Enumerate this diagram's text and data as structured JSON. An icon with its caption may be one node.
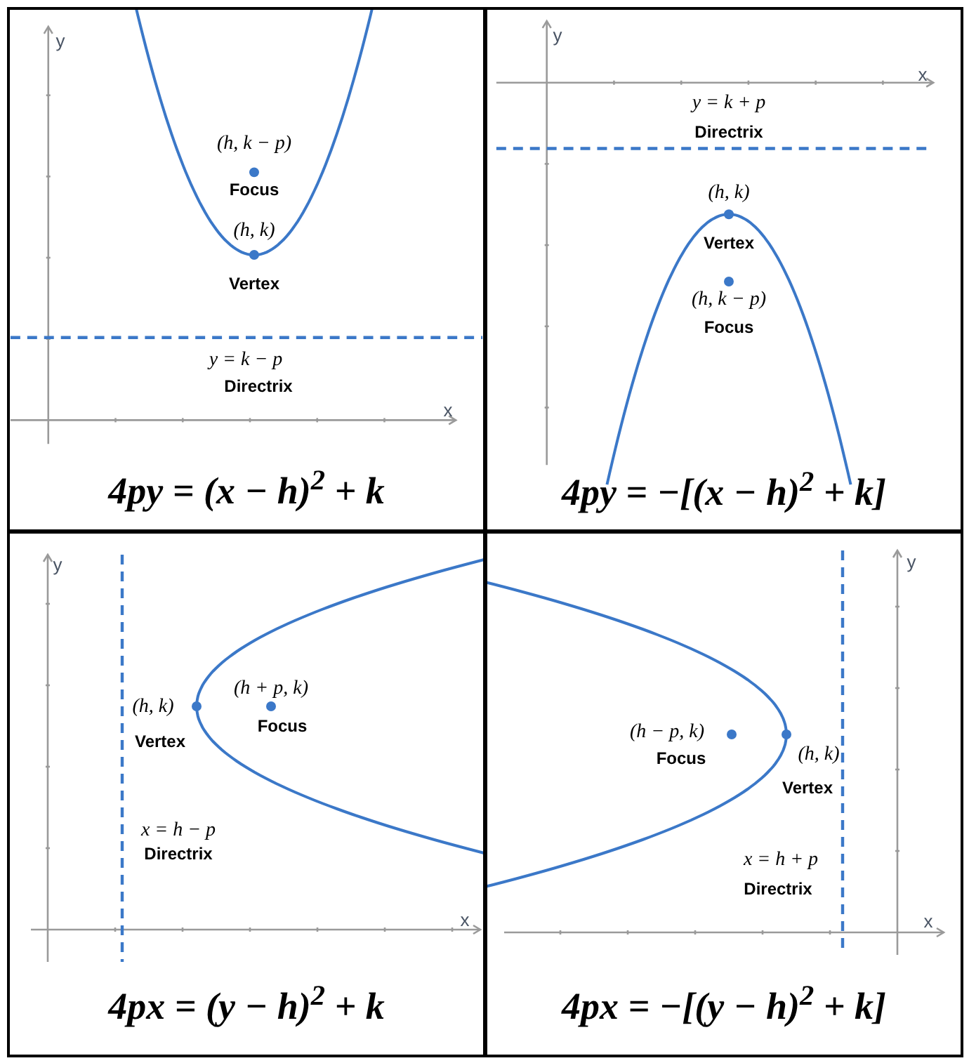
{
  "diagram": {
    "nodes": [
      {
        "text": [
          "4py = (x − h)$^{2}$ + k"
        ]
      },
      {
        "text": [
          "4py = −[(x − h)$^{2}$ + k]"
        ]
      },
      {
        "text": [
          "4px = (y − h)$^{2}$ + k"
        ]
      },
      {
        "text": [
          "4px = −[(y − h)$^{2}$ + k]"
        ]
      }
    ],
    "labels": [
      "y",
      "(h, k − p)",
      "Focus",
      "(h, k)",
      "Vertex",
      "y = k − p",
      "Directrix",
      "x",
      "y",
      "x",
      "y = k + p",
      "Directrix",
      "(h, k)",
      "Vertex",
      "(h, k − p)",
      "Focus",
      "y",
      "(h + p, k)",
      "(h, k)",
      "Focus",
      "Vertex",
      "x = h − p",
      "Directrix",
      "x",
      "y",
      "(h − p, k)",
      "Focus",
      "(h, k)",
      "Vertex",
      "x = h + p",
      "Directrix",
      "x"
    ]
  }
}
